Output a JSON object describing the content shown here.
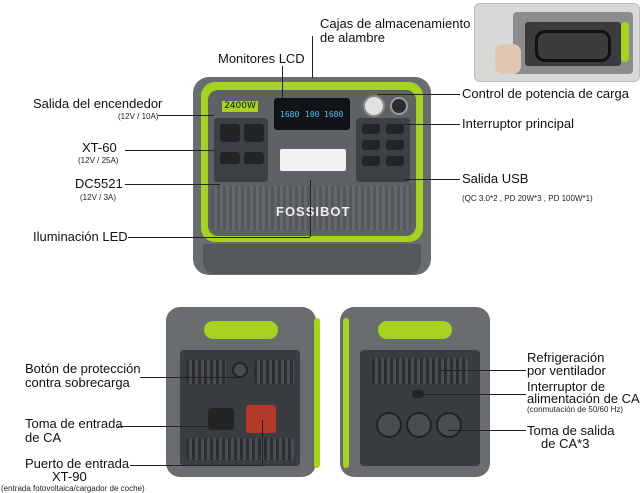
{
  "front": {
    "display_badge": "2400W",
    "lcd_left": "1680",
    "lcd_mid": "100",
    "lcd_right": "1680",
    "brand": "FOSSIBOT",
    "labels": {
      "storage": "Cajas de almacenamiento\nde alambre",
      "lcd": "Monitores LCD",
      "lighter": "Salida del encendedor",
      "lighter_sub": "(12V / 10A)",
      "xt60": "XT-60",
      "xt60_sub": "(12V / 25A)",
      "dc5521": "DC5521",
      "dc5521_sub": "(12V / 3A)",
      "led": "Iluminación LED",
      "load_control": "Control de potencia de carga",
      "main_switch": "Interruptor principal",
      "usb": "Salida USB",
      "usb_sub": "(QC 3.0*2 , PD 20W*3 , PD 100W*1)"
    }
  },
  "back": {
    "labels": {
      "overload_1": "Botón de protección",
      "overload_2": "contra sobrecarga",
      "ac_in_1": "Toma de entrada",
      "ac_in_2": "de CA",
      "xt90_1": "Puerto de entrada",
      "xt90_2": "XT-90",
      "xt90_sub": "(entrada fotovoltaica/cargador de coche)",
      "fan_1": "Refrigeración",
      "fan_2": "por ventilador",
      "ac_switch_1": "Interruptor de",
      "ac_switch_2": "alimentación de CA",
      "ac_switch_sub": "(conmutación de 50/60 Hz)",
      "ac_out_1": "Toma de salida",
      "ac_out_2": "de CA*3"
    }
  },
  "colors": {
    "accent": "#a6d41e",
    "body": "#6a6d70",
    "dark": "#3a3d40"
  }
}
